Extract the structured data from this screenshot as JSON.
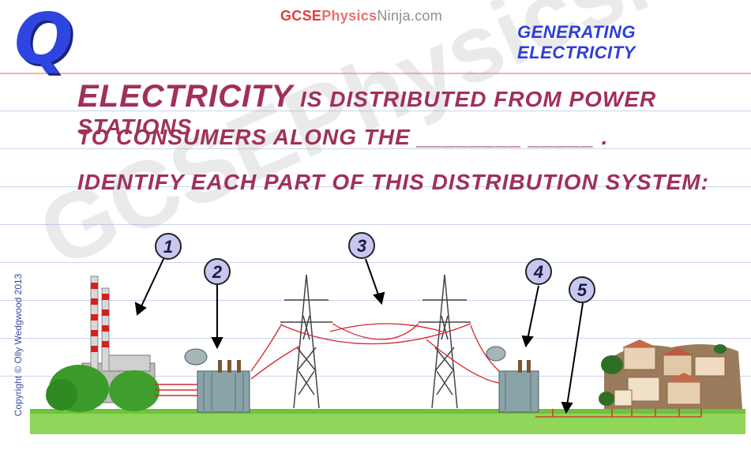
{
  "header": {
    "brand_part1": "GCSE",
    "brand_part2": "Physics",
    "brand_part3": "Ninja.com",
    "topic": "GENERATING ELECTRICITY",
    "question_letter": "Q"
  },
  "question": {
    "line1_keyword": "ELECTRICITY",
    "line1_rest": " IS DISTRIBUTED FROM POWER STATIONS",
    "line2": "TO CONSUMERS ALONG THE ________ _____ .",
    "line3": "IDENTIFY EACH PART OF THIS DISTRIBUTION SYSTEM:"
  },
  "labels": [
    "1",
    "2",
    "3",
    "4",
    "5"
  ],
  "watermark": "GCSEPhysicsNinja.com",
  "copyright": "Copyright © Olly Wedgwood 2013",
  "colors": {
    "accent_blue": "#2f3ed8",
    "question_text": "#a0305a",
    "ground": "#7fd14a",
    "wire": "#d8262b",
    "badge_fill": "#c7c7f2"
  }
}
